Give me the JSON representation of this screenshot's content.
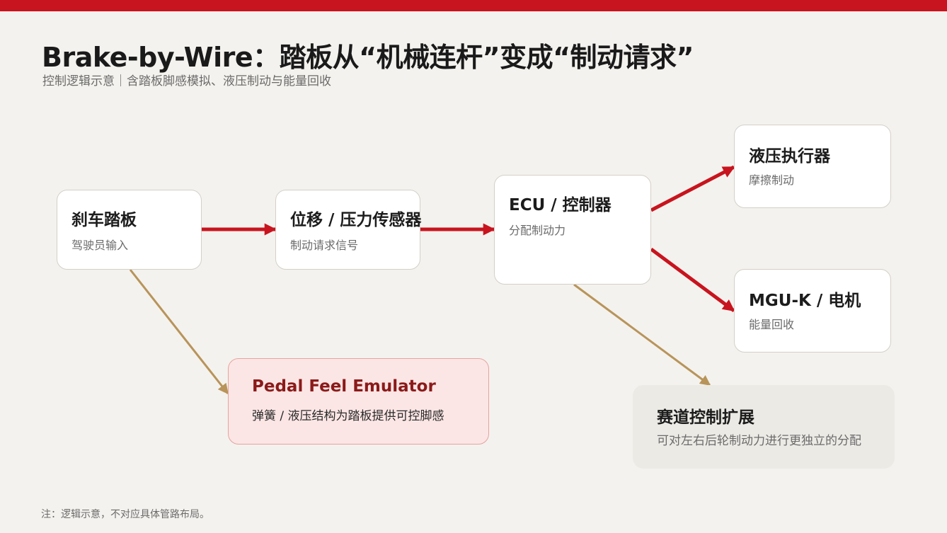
{
  "header": {
    "title": "Brake-by-Wire：踏板从“机械连杆”变成“制动请求”",
    "subtitle": "控制逻辑示意｜含踏板脚感模拟、液压制动与能量回收"
  },
  "nodes": {
    "pedal": {
      "title": "刹车踏板",
      "subtitle": "驾驶员输入"
    },
    "sensor": {
      "title": "位移 / 压力传感器",
      "subtitle": "制动请求信号"
    },
    "ecu": {
      "title": "ECU / 控制器",
      "subtitle": "分配制动力"
    },
    "hydraulic": {
      "title": "液压执行器",
      "subtitle": "摩擦制动"
    },
    "mguk": {
      "title": "MGU-K / 电机",
      "subtitle": "能量回收"
    },
    "emulator": {
      "title": "Pedal Feel Emulator",
      "subtitle": "弹簧 / 液压结构为踏板提供可控脚感"
    },
    "track": {
      "title": "赛道控制扩展",
      "subtitle": "可对左右后轮制动力进行更独立的分配"
    }
  },
  "colors": {
    "primary_accent": "#c8141e",
    "secondary_accent": "#b8945a",
    "emulator_title": "#8b1a1a"
  },
  "footnote": "注：逻辑示意，不对应具体管路布局。"
}
